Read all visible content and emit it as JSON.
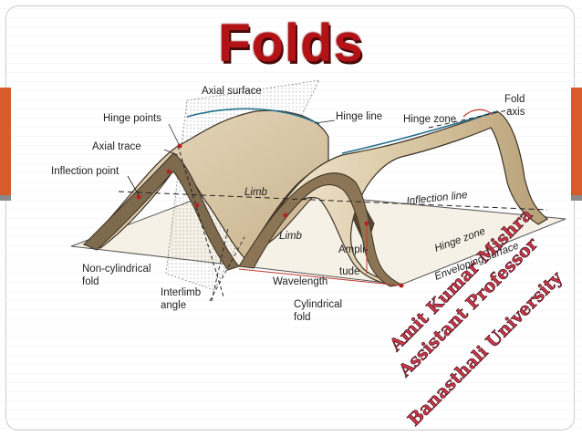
{
  "slide": {
    "title": "Folds",
    "accent_color": "#d95a2b",
    "title_color": "#b31217"
  },
  "diagram": {
    "labels": {
      "axial_surface": "Axial surface",
      "hinge_points": "Hinge points",
      "hinge_line": "Hinge line",
      "hinge_zone_top": "Hinge zone",
      "fold_axis_1": "Fold",
      "fold_axis_2": "axis",
      "axial_trace": "Axial trace",
      "inflection_point": "Inflection point",
      "limb_upper": "Limb",
      "limb_lower": "Limb",
      "inflection_line": "Inflection line",
      "amplitude_1": "Ampli-",
      "amplitude_2": "tude",
      "hinge_zone_lower": "Hinge zone",
      "enveloping_surface": "Enveloping surface",
      "non_cylindrical_1": "Non-cylindrical",
      "non_cylindrical_2": "fold",
      "wavelength": "Wavelength",
      "interlimb_1": "Interlimb",
      "interlimb_2": "angle",
      "cylindrical_1": "Cylindrical",
      "cylindrical_2": "fold"
    }
  },
  "watermark": {
    "line1": "Amit Kumar Mishra",
    "line2": "Assistant Professor",
    "line3": "Banasthali University"
  }
}
